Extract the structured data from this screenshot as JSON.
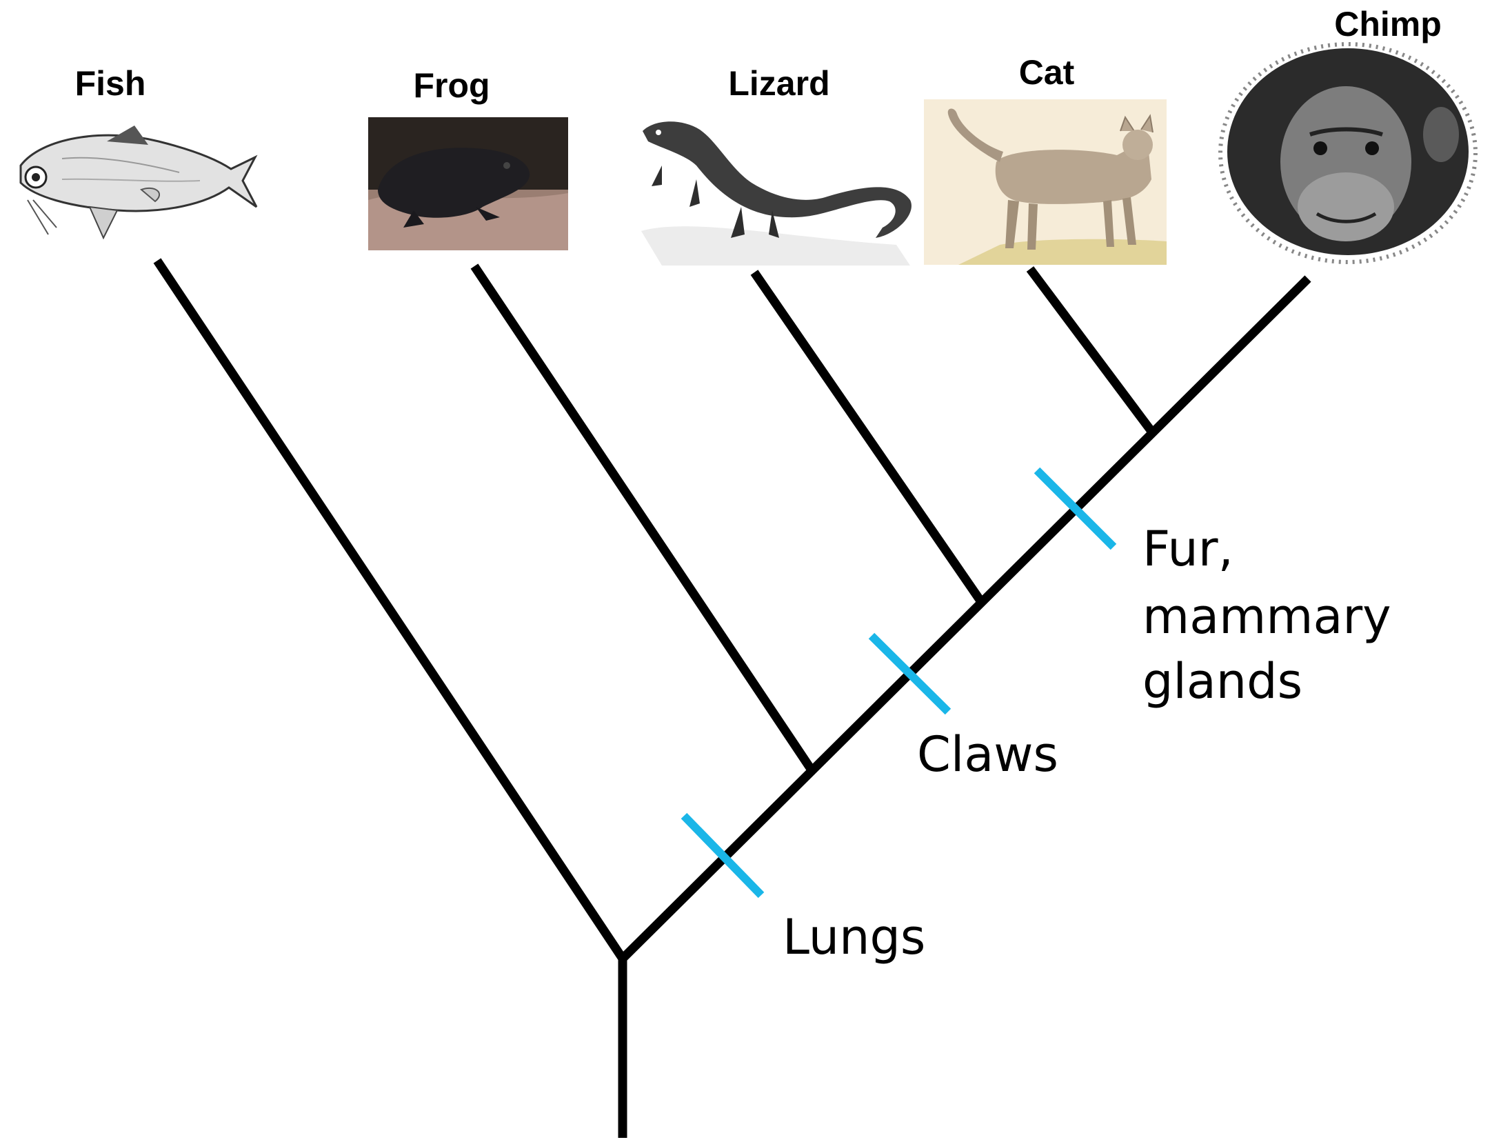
{
  "diagram": {
    "type": "cladogram",
    "colors": {
      "branch": "#000000",
      "trait_marker": "#1ab6e8",
      "background": "#ffffff"
    },
    "taxa": [
      {
        "id": "fish",
        "label": "Fish",
        "image": "fish-illustration"
      },
      {
        "id": "frog",
        "label": "Frog",
        "image": "frog-photo"
      },
      {
        "id": "lizard",
        "label": "Lizard",
        "image": "lizard-illustration"
      },
      {
        "id": "cat",
        "label": "Cat",
        "image": "cat-illustration"
      },
      {
        "id": "chimp",
        "label": "Chimp",
        "image": "chimp-illustration"
      }
    ],
    "traits": [
      {
        "id": "lungs",
        "lines": [
          "Lungs"
        ]
      },
      {
        "id": "claws",
        "lines": [
          "Claws"
        ]
      },
      {
        "id": "fur",
        "lines": [
          "Fur,",
          "mammary",
          "glands"
        ]
      }
    ]
  }
}
